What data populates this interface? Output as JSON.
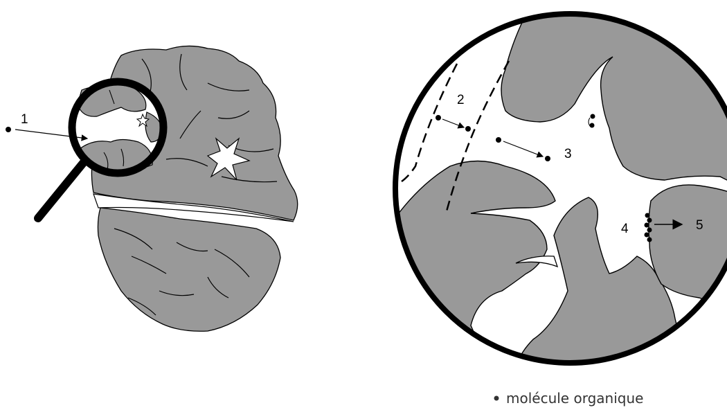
{
  "labels": {
    "step1": "1",
    "step2": "2",
    "step3": "3",
    "step4": "4",
    "step5": "5"
  },
  "legend": {
    "text": "molécule organique"
  },
  "colors": {
    "particle": "#999999",
    "outline": "#000000",
    "pore": "#ffffff"
  }
}
